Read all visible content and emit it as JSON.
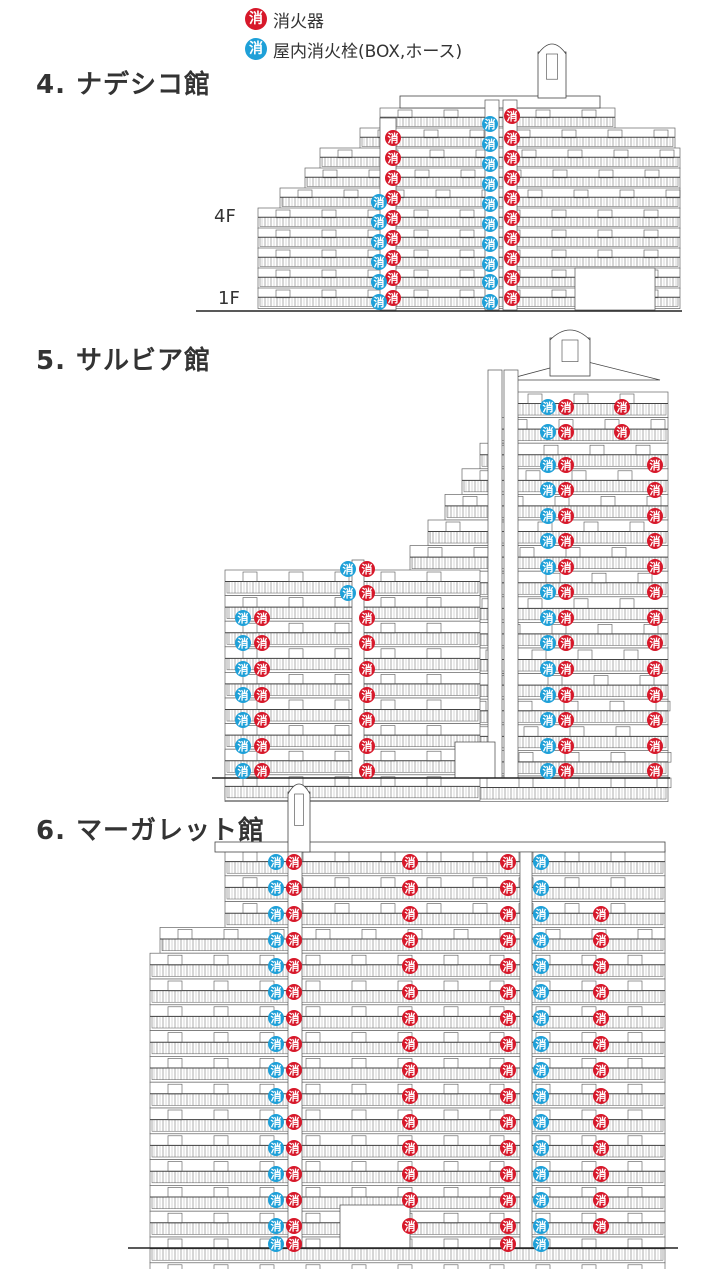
{
  "legend": {
    "extinguisher": {
      "symbol": "消",
      "label": "消火器",
      "color": "#d7182a"
    },
    "hydrant": {
      "symbol": "消",
      "label": "屋内消火栓(BOX,ホース)",
      "color": "#1ea0d8"
    }
  },
  "buildings": [
    {
      "title": "4. ナデシコ館",
      "floor_labels": [
        "4F",
        "1F"
      ]
    },
    {
      "title": "5. サルビア館"
    },
    {
      "title": "6. マーガレット館"
    }
  ]
}
